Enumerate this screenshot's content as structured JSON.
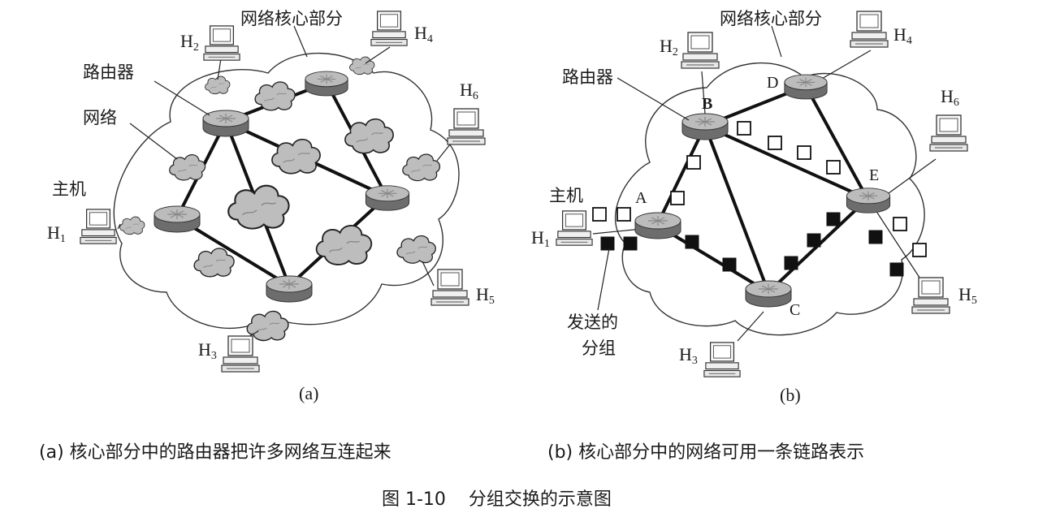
{
  "diagram_a": {
    "label_core": "网络核心部分",
    "label_router": "路由器",
    "label_network": "网络",
    "label_host": "主机",
    "hosts": [
      "H1",
      "H2",
      "H3",
      "H4",
      "H5",
      "H6"
    ],
    "panel_label": "(a)"
  },
  "diagram_b": {
    "label_core": "网络核心部分",
    "label_router": "路由器",
    "label_host": "主机",
    "label_packets_line1": "发送的",
    "label_packets_line2": "分组",
    "routers": [
      "A",
      "B",
      "C",
      "D",
      "E"
    ],
    "hosts": [
      "H1",
      "H2",
      "H3",
      "H4",
      "H5",
      "H6"
    ],
    "panel_label": "(b)"
  },
  "captions": {
    "a": "(a) 核心部分中的路由器把许多网络互连起来",
    "b": "(b) 核心部分中的网络可用一条链路表示",
    "figure": "图 1-10    分组交换的示意图"
  }
}
